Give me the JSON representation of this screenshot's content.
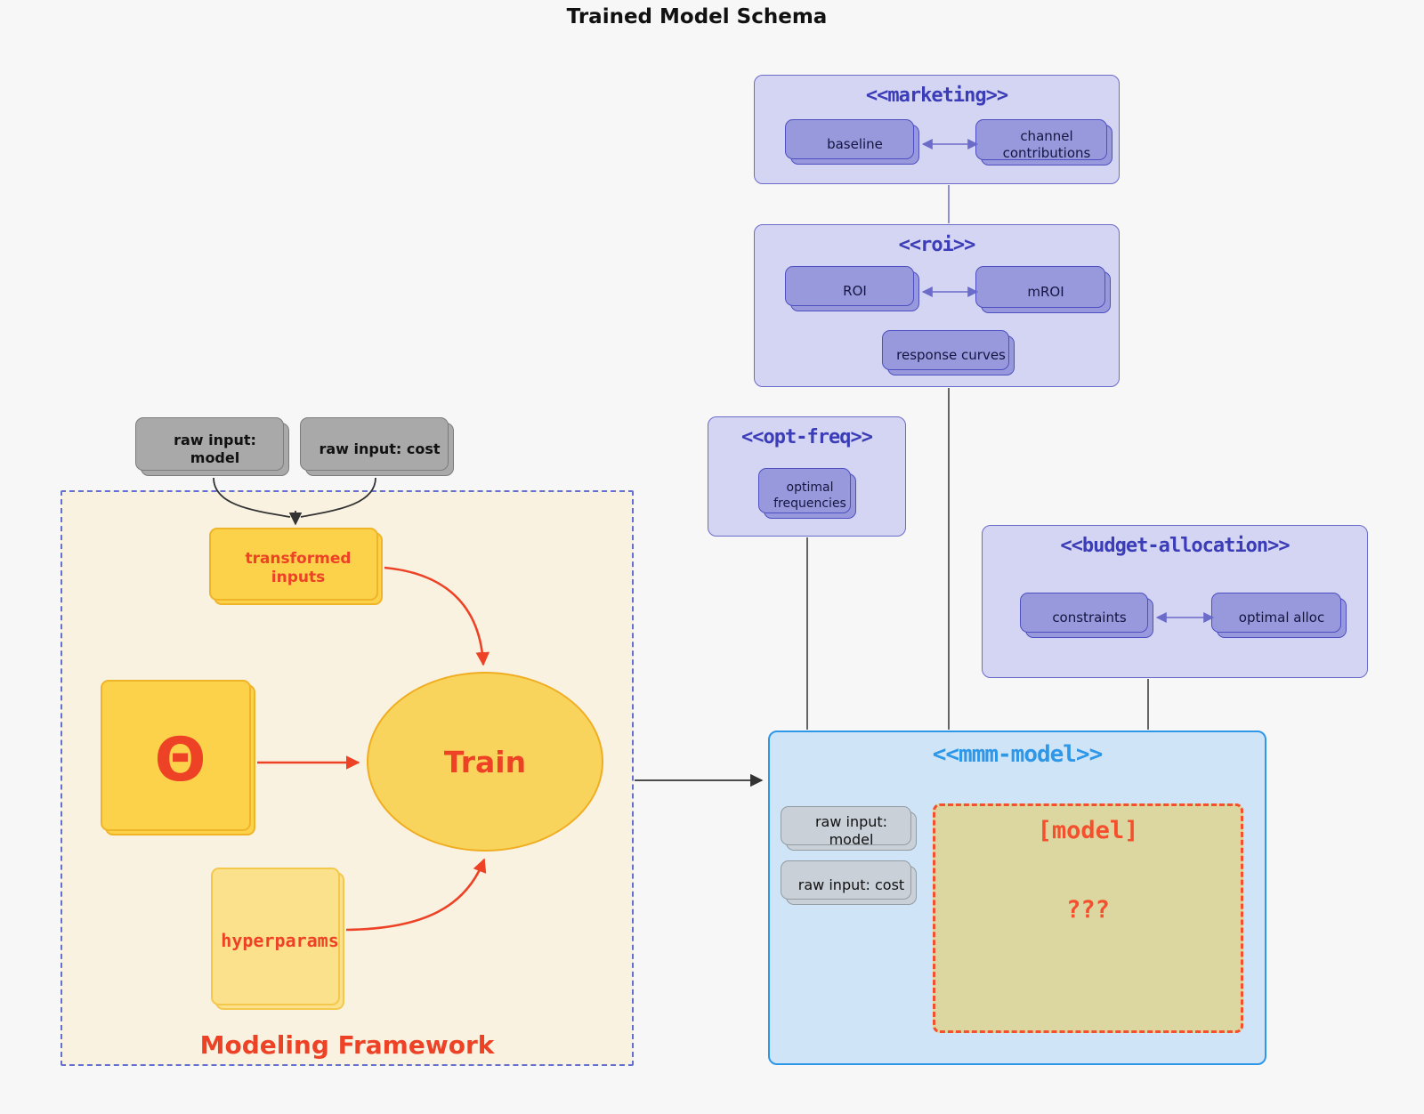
{
  "title": "Trained Model Schema",
  "clusters": {
    "marketing": {
      "title": "<<marketing>>",
      "nodes": {
        "baseline": "baseline",
        "channel_contributions": "channel contributions"
      }
    },
    "roi": {
      "title": "<<roi>>",
      "nodes": {
        "roi": "ROI",
        "mroi": "mROI",
        "response_curves": "response curves"
      }
    },
    "opt_freq": {
      "title": "<<opt-freq>>",
      "nodes": {
        "optimal_frequencies": "optimal frequencies"
      }
    },
    "budget_allocation": {
      "title": "<<budget-allocation>>",
      "nodes": {
        "constraints": "constraints",
        "optimal_alloc": "optimal alloc"
      }
    },
    "mmm_model": {
      "title": "<<mmm-model>>",
      "nodes": {
        "raw_input_model": "raw input: model",
        "raw_input_cost": "raw input: cost",
        "model_title": "[model]",
        "model_body": "???"
      }
    }
  },
  "framework": {
    "label": "Modeling Framework",
    "nodes": {
      "transformed_inputs": "transformed inputs",
      "theta": "Θ",
      "train": "Train",
      "hyperparams": "hyperparams"
    }
  },
  "raw_inputs": {
    "model": "raw input: model",
    "cost": "raw input: cost"
  },
  "colors": {
    "bg": "#f7f7f8",
    "purple_fill": "#d4d5f2",
    "purple_border": "#6b6bca",
    "purple_title": "#3b3cb8",
    "node_fill": "#9899dd",
    "node_border": "#4e4fc0",
    "blue_fill": "#cfe5f7",
    "blue_border": "#2e97e8",
    "cream_fill": "#f9f2e0",
    "dash_border": "#6470cf",
    "gold_fill": "#fcd24a",
    "gold_border": "#f0b429",
    "khaki_fill": "#dcd7a0",
    "red": "#ee4226",
    "red_orange": "#f4502e",
    "line_dark": "#333333"
  }
}
